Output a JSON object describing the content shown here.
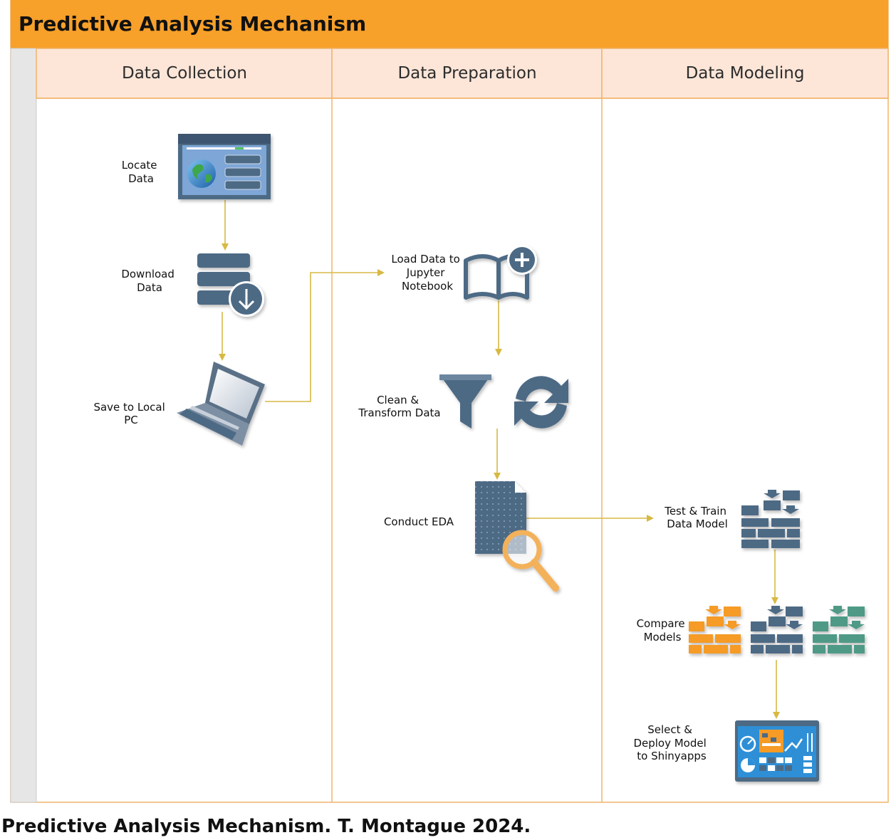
{
  "title": "Predictive Analysis Mechanism",
  "lanes": [
    "Data Collection",
    "Data Preparation",
    "Data Modeling"
  ],
  "steps": {
    "locate": [
      "Locate",
      "Data"
    ],
    "download": [
      "Download",
      "Data"
    ],
    "save": [
      "Save to Local",
      "PC"
    ],
    "load": [
      "Load Data to",
      "Jupyter",
      "Notebook"
    ],
    "clean": [
      "Clean &",
      "Transform Data"
    ],
    "eda": [
      "Conduct EDA"
    ],
    "train": [
      "Test & Train",
      "Data Model"
    ],
    "compare": [
      "Compare",
      "Models"
    ],
    "deploy": [
      "Select &",
      "Deploy Model",
      "to Shinyapps"
    ]
  },
  "caption": "Predictive Analysis Mechanism. T. Montague 2024.",
  "colors": {
    "header": "#f7a02a",
    "lane_header": "#fde6d8",
    "border": "#f0b46a",
    "icon_slate": "#4e6a85",
    "icon_orange": "#f59b25",
    "icon_teal": "#4f9a86",
    "arrow": "#d7b943"
  }
}
